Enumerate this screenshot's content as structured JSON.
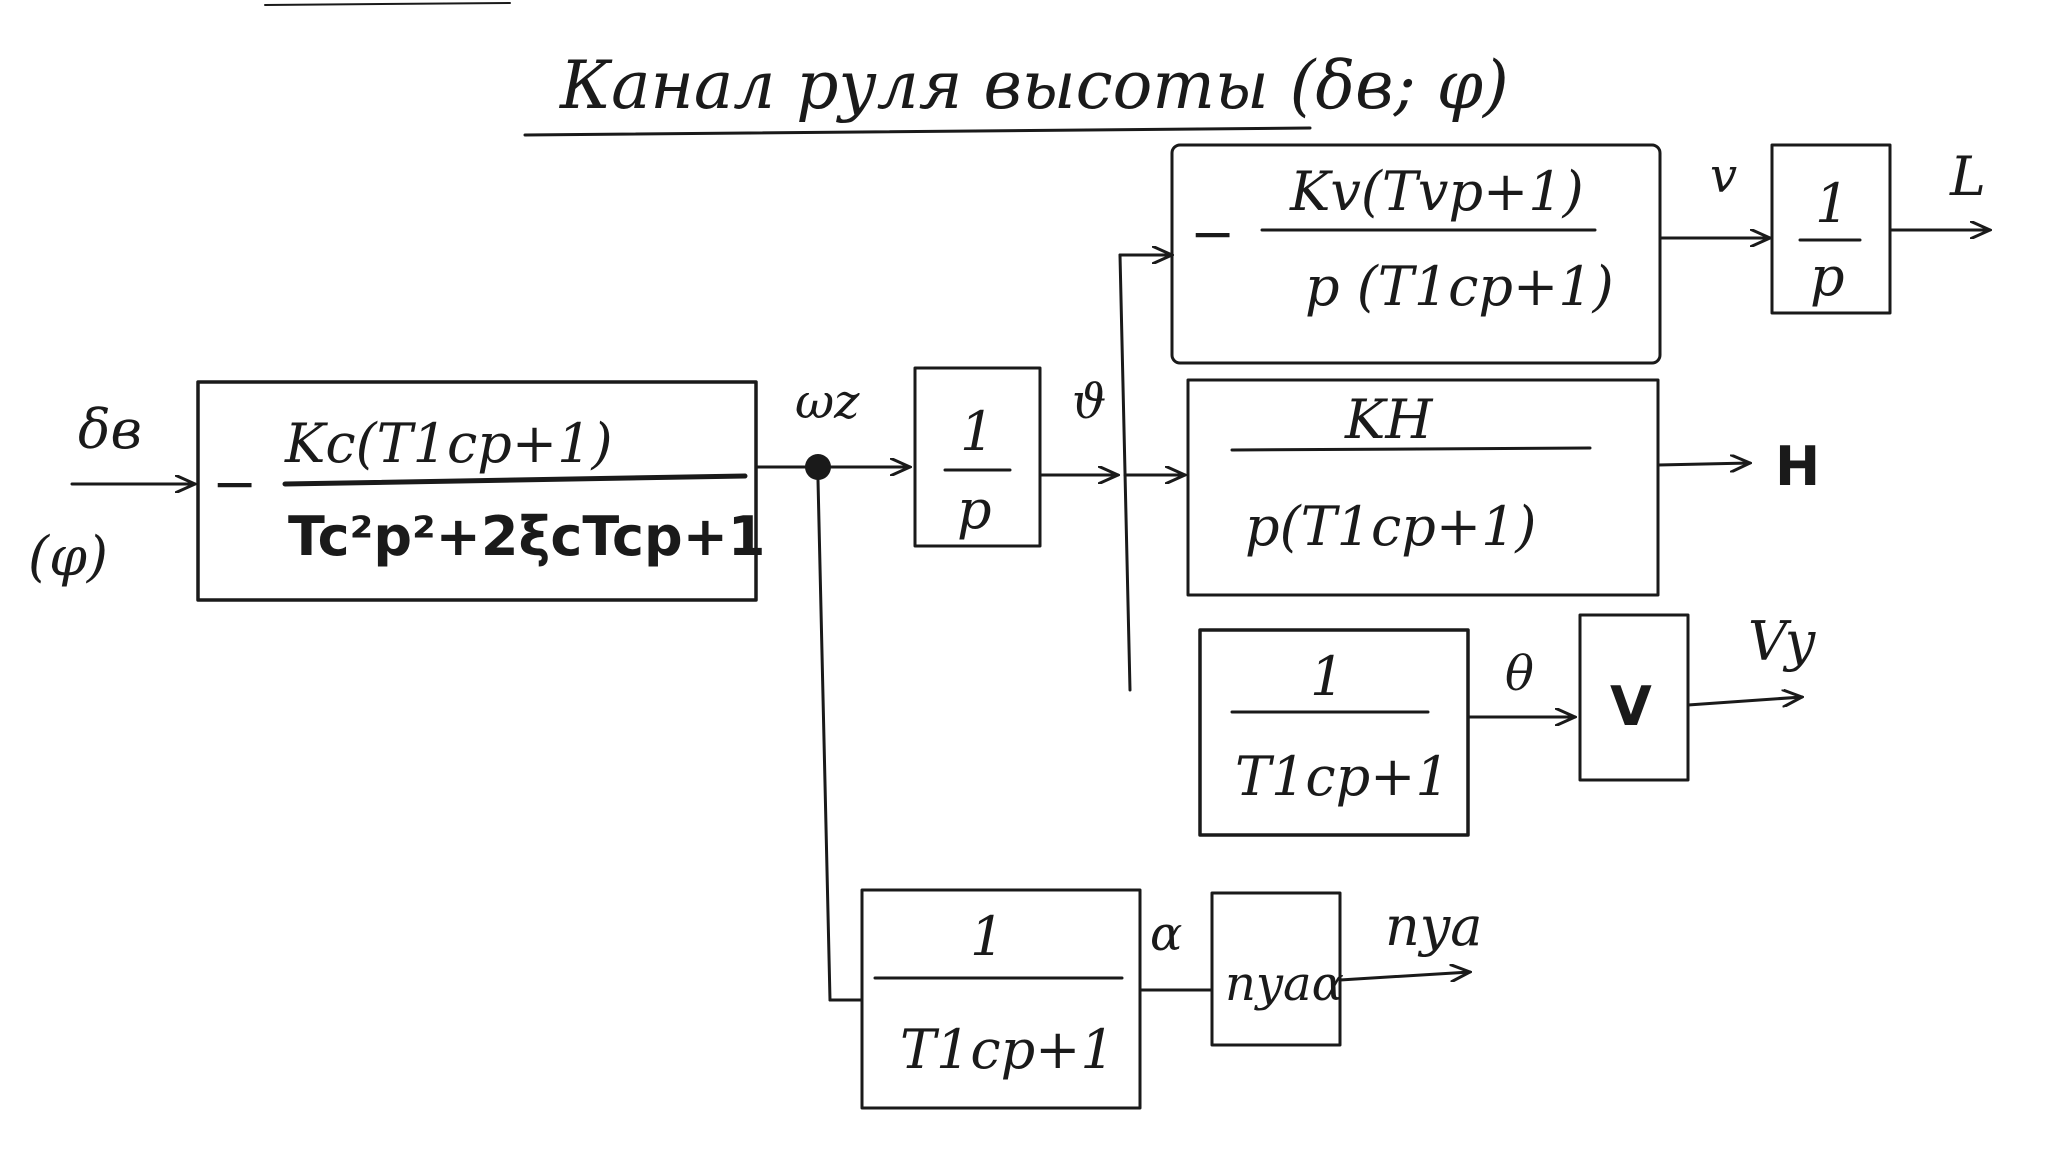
{
  "title": "Канал руля высоты (δв; φ)",
  "input": {
    "label": "δв",
    "alt_label": "(φ)"
  },
  "blocks": {
    "main": {
      "sign": "−",
      "numerator": "Kc(T1cp+1)",
      "denominator": "Tc²p²+2ξcTcp+1"
    },
    "integrator_theta": {
      "numerator": "1",
      "denominator": "p"
    },
    "velocity": {
      "sign": "−",
      "numerator": "Kv(Tvp+1)",
      "denominator": "p (T1cp+1)"
    },
    "integrator_L": {
      "numerator": "1",
      "denominator": "p"
    },
    "height": {
      "numerator": "KH",
      "denominator": "p(T1cp+1)"
    },
    "theta_block": {
      "numerator": "1",
      "denominator": "T1cp+1"
    },
    "v_block": {
      "label": "V"
    },
    "alpha_block": {
      "numerator": "1",
      "denominator": "T1cp+1"
    },
    "nya_block": {
      "label": "nyaα"
    }
  },
  "signals": {
    "omega": "ωz",
    "theta": "ϑ",
    "v": "v",
    "L": "L",
    "H": "H",
    "Theta": "θ",
    "Vy": "Vy",
    "alpha": "α",
    "nya": "nya"
  }
}
